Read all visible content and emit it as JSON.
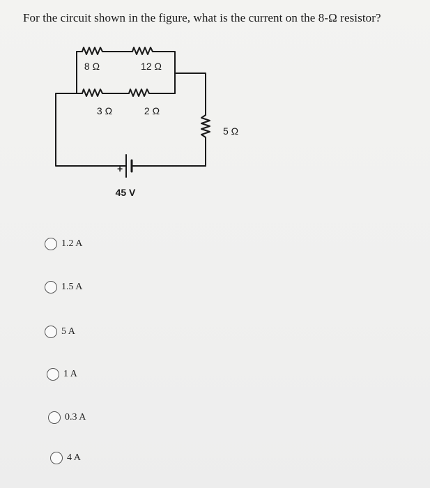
{
  "question": {
    "text": "For the circuit shown in the figure, what is the current on the 8-Ω resistor?"
  },
  "circuit": {
    "resistors": {
      "r8": "8 Ω",
      "r12": "12 Ω",
      "r3": "3 Ω",
      "r2": "2 Ω",
      "r5": "5 Ω"
    },
    "battery": {
      "voltage": "45 V",
      "polarity_mark": "+"
    }
  },
  "options": [
    {
      "label": "1.2 A"
    },
    {
      "label": "1.5 A"
    },
    {
      "label": "5 A"
    },
    {
      "label": "1 A"
    },
    {
      "label": "0.3 A"
    },
    {
      "label": "4 A"
    }
  ]
}
